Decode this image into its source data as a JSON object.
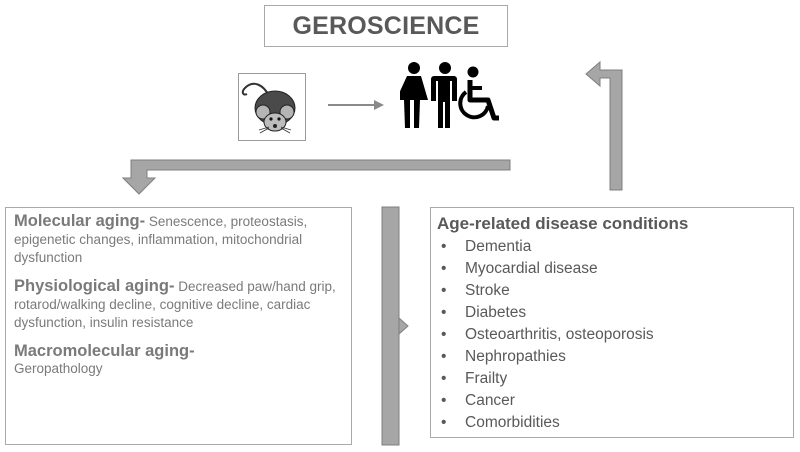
{
  "title": "GEROSCIENCE",
  "icons": {
    "model": "mouse-icon",
    "humans": [
      "woman-icon",
      "man-icon",
      "wheelchair-user-icon"
    ]
  },
  "left_box": {
    "sections": [
      {
        "heading": "Molecular aging-",
        "text": " Senescence, proteostasis, epigenetic changes, inflammation, mitochondrial dysfunction"
      },
      {
        "heading": "Physiological aging-",
        "text": " Decreased paw/hand grip, rotarod/walking decline, cognitive decline, cardiac dysfunction, insulin resistance"
      },
      {
        "heading": "Macromolecular aging-",
        "text": "Geropathology"
      }
    ]
  },
  "right_box": {
    "title": "Age-related disease conditions",
    "items": [
      "Dementia",
      "Myocardial disease",
      "Stroke",
      "Diabetes",
      "Osteoarthritis, osteoporosis",
      "Nephropathies",
      "Frailty",
      "Cancer",
      "Comorbidities"
    ]
  },
  "colors": {
    "arrow_fill": "#a6a6a6",
    "arrow_stroke": "#7f7f7f",
    "text_dark": "#595959",
    "text_light": "#7a7a7a"
  }
}
